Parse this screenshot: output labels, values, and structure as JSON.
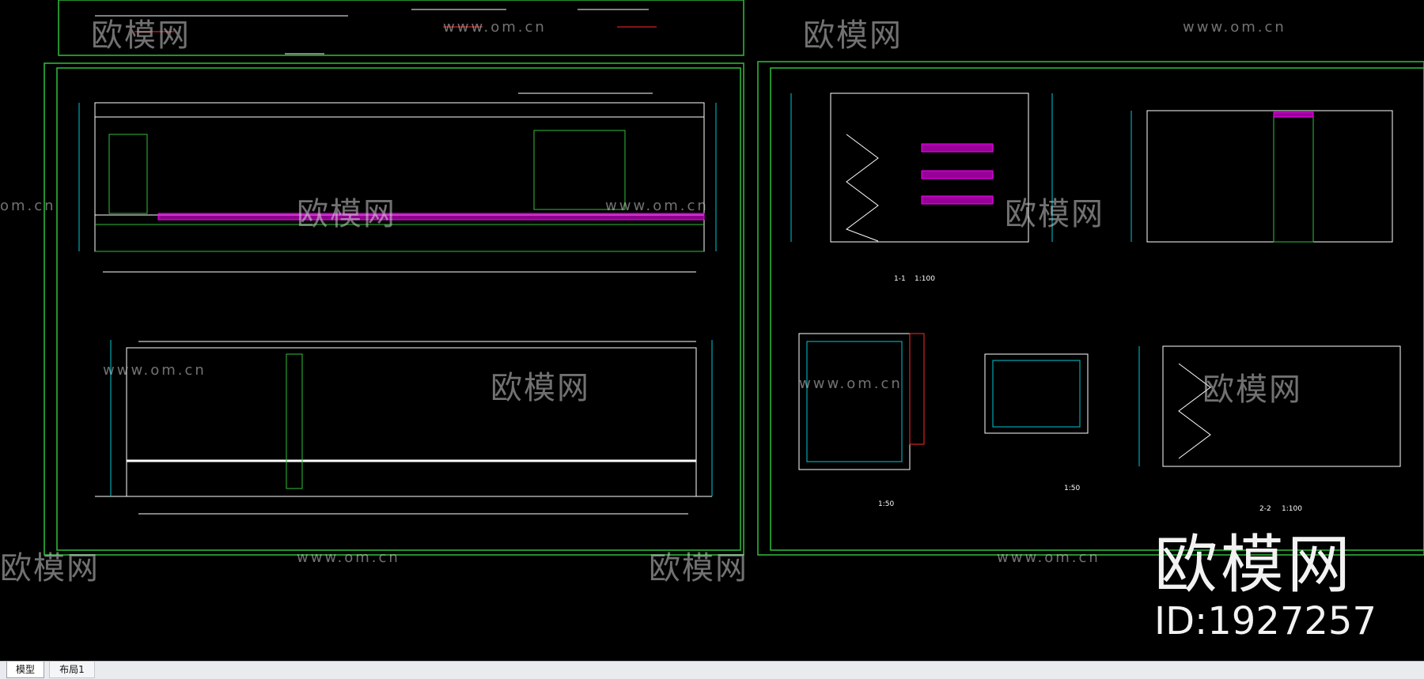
{
  "watermark": {
    "logo_text": "欧模网",
    "url_text": "www.om.cn",
    "url_fragment": "om.cn",
    "logo_fragment": "欧模网"
  },
  "brand": {
    "logo_text": "欧模网",
    "id_text": "ID:1927257"
  },
  "tabs": [
    {
      "label": "模型",
      "active": true
    },
    {
      "label": "布局1",
      "active": false
    }
  ],
  "drawing_labels": {
    "section_1_1": "1-1",
    "section_2_2": "2-2",
    "scale_100": "1:100",
    "scale_50": "1:50"
  },
  "colors": {
    "background": "#000000",
    "frame": "#2fbf3a",
    "line": "#ffffff",
    "accent_magenta": "#ff00ff",
    "dimension_cyan": "#00c8d4",
    "annotation_red": "#ff2a2a"
  }
}
